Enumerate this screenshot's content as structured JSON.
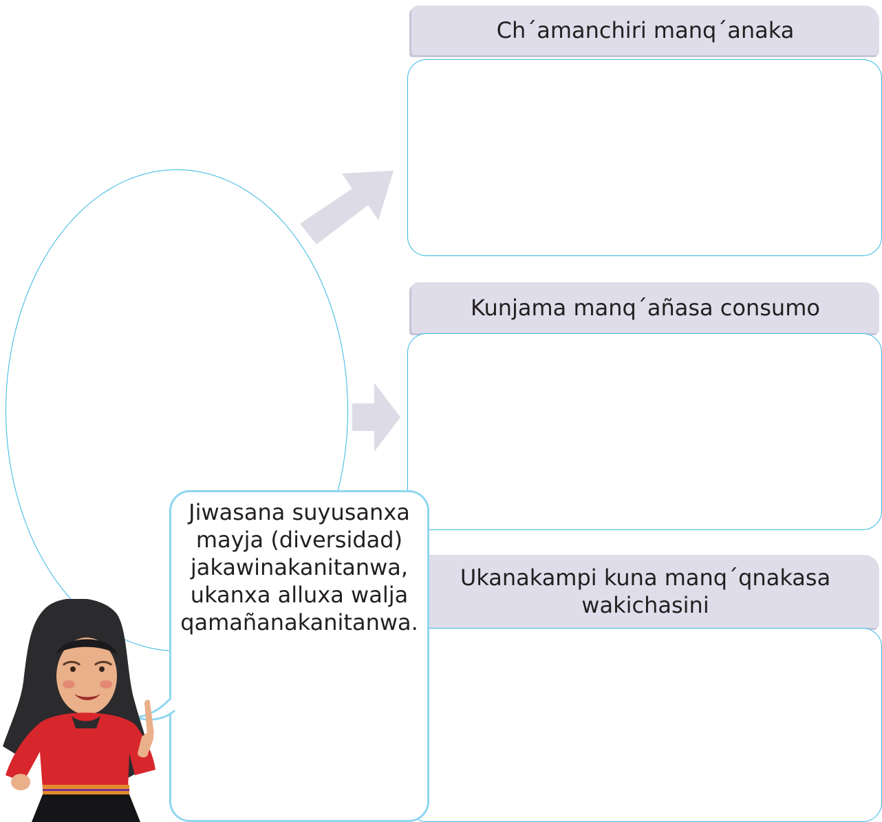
{
  "boxes": [
    {
      "heading": "Ch´amanchiri manq´anaka"
    },
    {
      "heading": "Kunjama manq´añasa consumo"
    },
    {
      "heading": "Ukanakampi kuna manq´qnakasa wakichasini"
    }
  ],
  "speech_bubble": {
    "text": "Jiwasana suyusanxa mayja (diversidad) jakawinakanitanwa, ukanxa alluxa walja qamañanakanitanwa."
  },
  "colors": {
    "outline": "#35b6e3",
    "tab_fill": "#dedde9",
    "arrow_fill": "#dcdbe6",
    "bubble_border": "#8fd6f1"
  }
}
